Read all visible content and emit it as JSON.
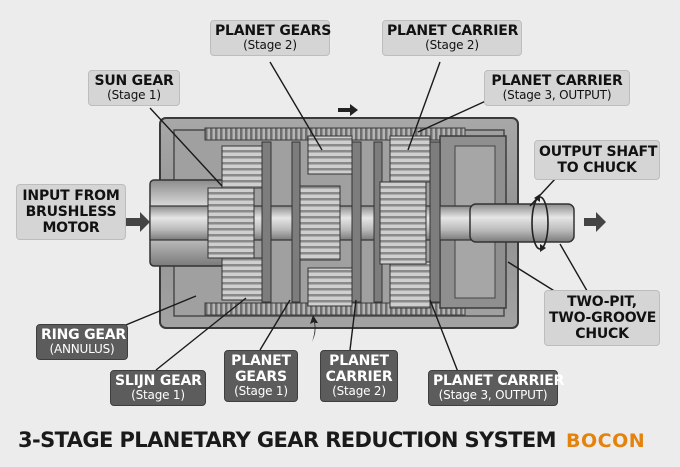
{
  "labels": {
    "planet_gears_2": {
      "title": "PLANET GEARS",
      "sub": "(Stage 2)"
    },
    "planet_carrier_2_top": {
      "title": "PLANET CARRIER",
      "sub": "(Stage 2)"
    },
    "sun_gear_1": {
      "title": "SUN GEAR",
      "sub": "(Stage 1)"
    },
    "planet_carrier_3_top": {
      "title": "PLANET CARRIER",
      "sub": "(Stage 3, OUTPUT)"
    },
    "input": {
      "line1": "INPUT FROM",
      "line2": "BRUSHLESS",
      "line3": "MOTOR"
    },
    "output_shaft": {
      "line1": "OUTPUT SHAFT",
      "line2": "TO CHUCK"
    },
    "chuck": {
      "line1": "TWO-PIT,",
      "line2": "TWO-GROOVE",
      "line3": "CHUCK"
    },
    "ring_gear": {
      "title": "RING GEAR",
      "sub": "(ANNULUS)"
    },
    "sun_gear_bottom": {
      "title": "SLIJN GEAR",
      "sub": "(Stage 1)"
    },
    "planet_gears_1": {
      "line1": "PLANET",
      "line2": "GEARS",
      "sub": "(Stage 1)"
    },
    "planet_carrier_2_bottom": {
      "line1": "PLANET",
      "line2": "CARRIER",
      "sub": "(Stage 2)"
    },
    "planet_carrier_3_bottom": {
      "title": "PLANET CARRIER",
      "sub": "(Stage 3, OUTPUT)"
    }
  },
  "title": "3-STAGE PLANETARY GEAR REDUCTION SYSTEM",
  "brand": "BOCON",
  "colors": {
    "background": "#ececec",
    "housing": "#9a9a9a",
    "gear": "#c4c4c4",
    "dark_label": "#5c5c5c",
    "light_label": "#d5d5d5",
    "brand": "#e4820c"
  }
}
